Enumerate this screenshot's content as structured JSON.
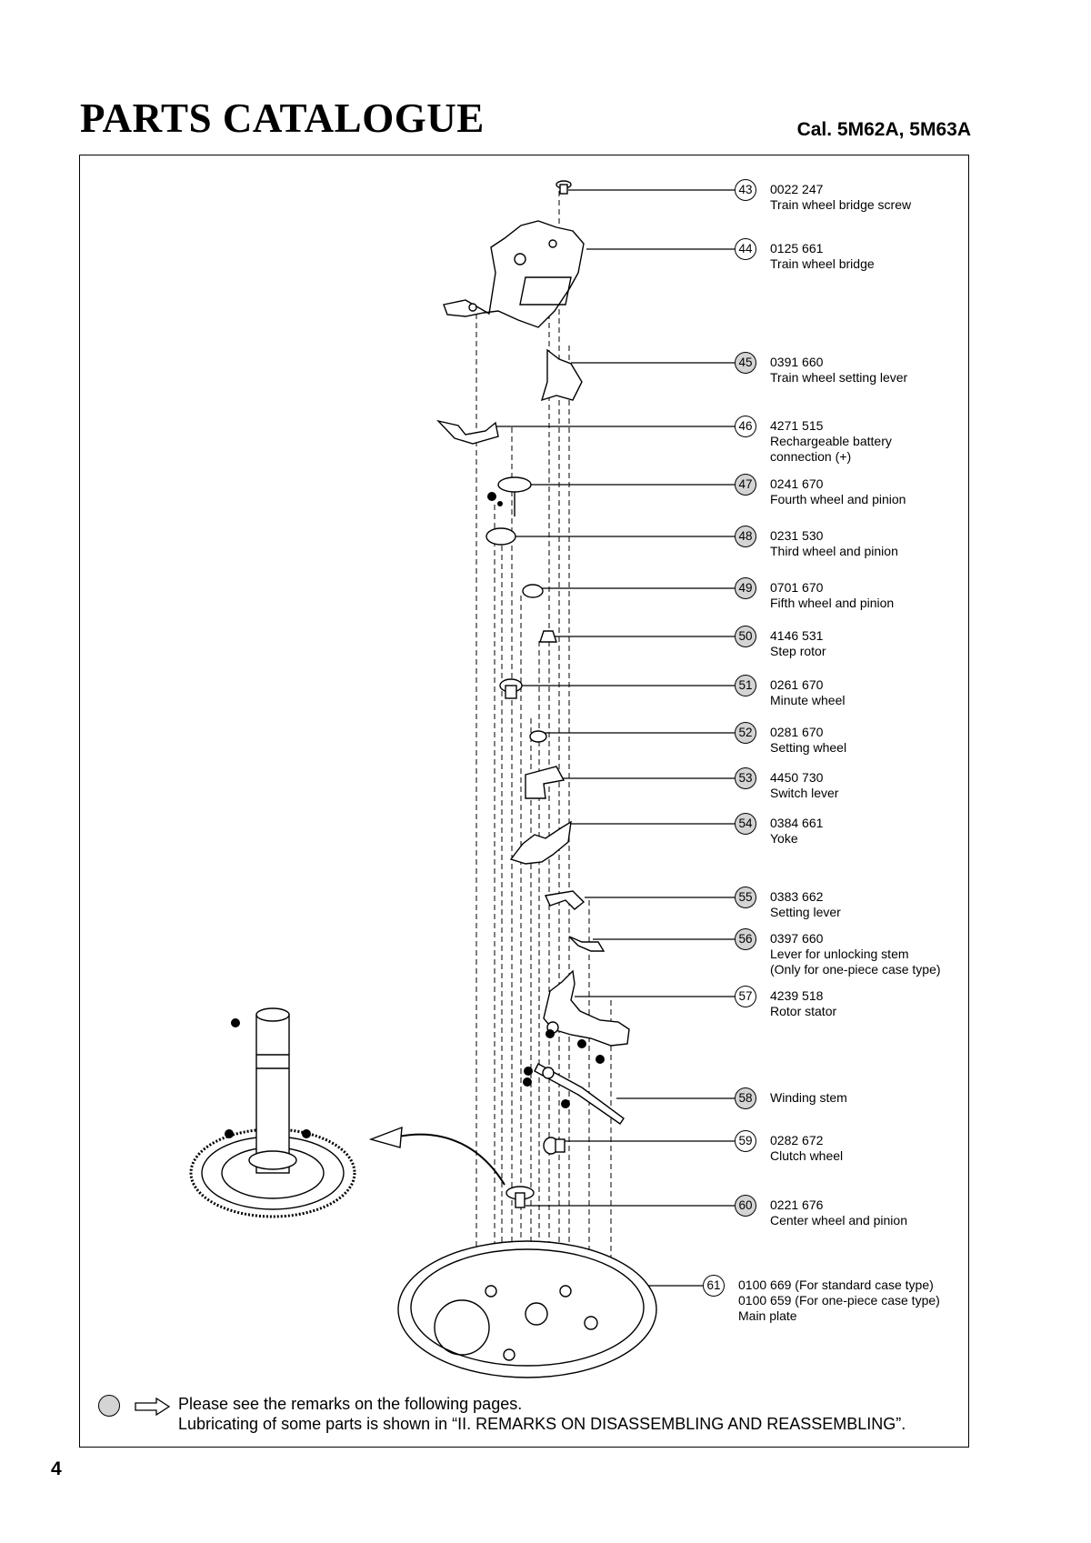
{
  "header": {
    "title": "PARTS CATALOGUE",
    "caliber": "Cal. 5M62A, 5M63A"
  },
  "parts": [
    {
      "no": "43",
      "lines": [
        "0022 247",
        "Train wheel bridge screw"
      ],
      "remark": false
    },
    {
      "no": "44",
      "lines": [
        "0125 661",
        "Train wheel bridge"
      ],
      "remark": false
    },
    {
      "no": "45",
      "lines": [
        "0391 660",
        "Train wheel setting lever"
      ],
      "remark": true
    },
    {
      "no": "46",
      "lines": [
        "4271 515",
        "Rechargeable battery",
        "connection (+)"
      ],
      "remark": false
    },
    {
      "no": "47",
      "lines": [
        "0241 670",
        "Fourth wheel and pinion"
      ],
      "remark": true
    },
    {
      "no": "48",
      "lines": [
        "0231 530",
        "Third wheel and pinion"
      ],
      "remark": true
    },
    {
      "no": "49",
      "lines": [
        "0701 670",
        "Fifth wheel and pinion"
      ],
      "remark": true
    },
    {
      "no": "50",
      "lines": [
        "4146 531",
        "Step rotor"
      ],
      "remark": true
    },
    {
      "no": "51",
      "lines": [
        "0261 670",
        "Minute wheel"
      ],
      "remark": true
    },
    {
      "no": "52",
      "lines": [
        "0281 670",
        "Setting wheel"
      ],
      "remark": true
    },
    {
      "no": "53",
      "lines": [
        "4450 730",
        "Switch lever"
      ],
      "remark": true
    },
    {
      "no": "54",
      "lines": [
        "0384 661",
        "Yoke"
      ],
      "remark": true
    },
    {
      "no": "55",
      "lines": [
        "0383 662",
        "Setting lever"
      ],
      "remark": true
    },
    {
      "no": "56",
      "lines": [
        "0397 660",
        "Lever for unlocking stem",
        "(Only for one-piece case type)"
      ],
      "remark": true
    },
    {
      "no": "57",
      "lines": [
        "4239 518",
        "Rotor stator"
      ],
      "remark": false
    },
    {
      "no": "58",
      "lines": [
        "Winding stem"
      ],
      "remark": true
    },
    {
      "no": "59",
      "lines": [
        "0282 672",
        "Clutch wheel"
      ],
      "remark": false
    },
    {
      "no": "60",
      "lines": [
        "0221 676",
        "Center wheel and pinion"
      ],
      "remark": true
    },
    {
      "no": "61",
      "lines": [
        "0100 669 (For standard case type)",
        "0100 659 (For one-piece case type)",
        "Main plate"
      ],
      "remark": false
    }
  ],
  "legend": {
    "line1": "Please see the remarks on the following pages.",
    "line2": "Lubricating of some parts is shown in “II. REMARKS ON DISASSEMBLING AND REASSEMBLING”."
  },
  "page_number": "4",
  "colors": {
    "remark_badge": "#d4d4d4",
    "ink": "#000000"
  }
}
